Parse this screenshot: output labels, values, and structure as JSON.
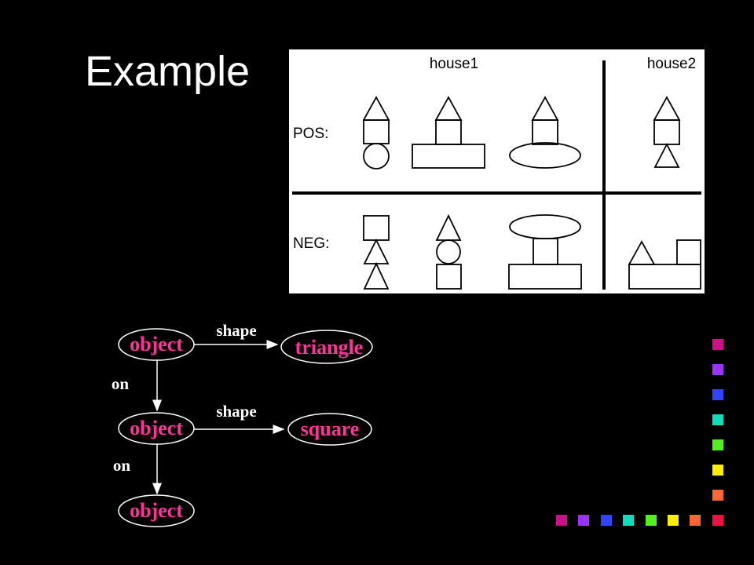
{
  "slide": {
    "title": "Example"
  },
  "figure": {
    "columns": [
      "house1",
      "house2"
    ],
    "rows": [
      "POS:",
      "NEG:"
    ]
  },
  "graph": {
    "nodes": [
      {
        "id": "object_1",
        "label": "object"
      },
      {
        "id": "triangle",
        "label": "triangle"
      },
      {
        "id": "object_2",
        "label": "object"
      },
      {
        "id": "square",
        "label": "square"
      },
      {
        "id": "object_3",
        "label": "object"
      }
    ],
    "edges": [
      {
        "from": "object_1",
        "to": "triangle",
        "label": "shape"
      },
      {
        "from": "object_1",
        "to": "object_2",
        "label": "on"
      },
      {
        "from": "object_2",
        "to": "square",
        "label": "shape"
      },
      {
        "from": "object_2",
        "to": "object_3",
        "label": "on"
      }
    ],
    "colors": {
      "node_text": "#ff3399",
      "edge_label": "#ffffff",
      "background": "#000000"
    }
  },
  "decorations": {
    "vertical_colors": [
      "#cc1188",
      "#9933ff",
      "#3344ff",
      "#11ddbb",
      "#55ee22",
      "#ffee00",
      "#ff6633"
    ],
    "horizontal_colors": [
      "#cc1188",
      "#9933ff",
      "#3344ff",
      "#11ddbb",
      "#55ee22",
      "#ffee00",
      "#ff6633",
      "#ee1144"
    ]
  }
}
